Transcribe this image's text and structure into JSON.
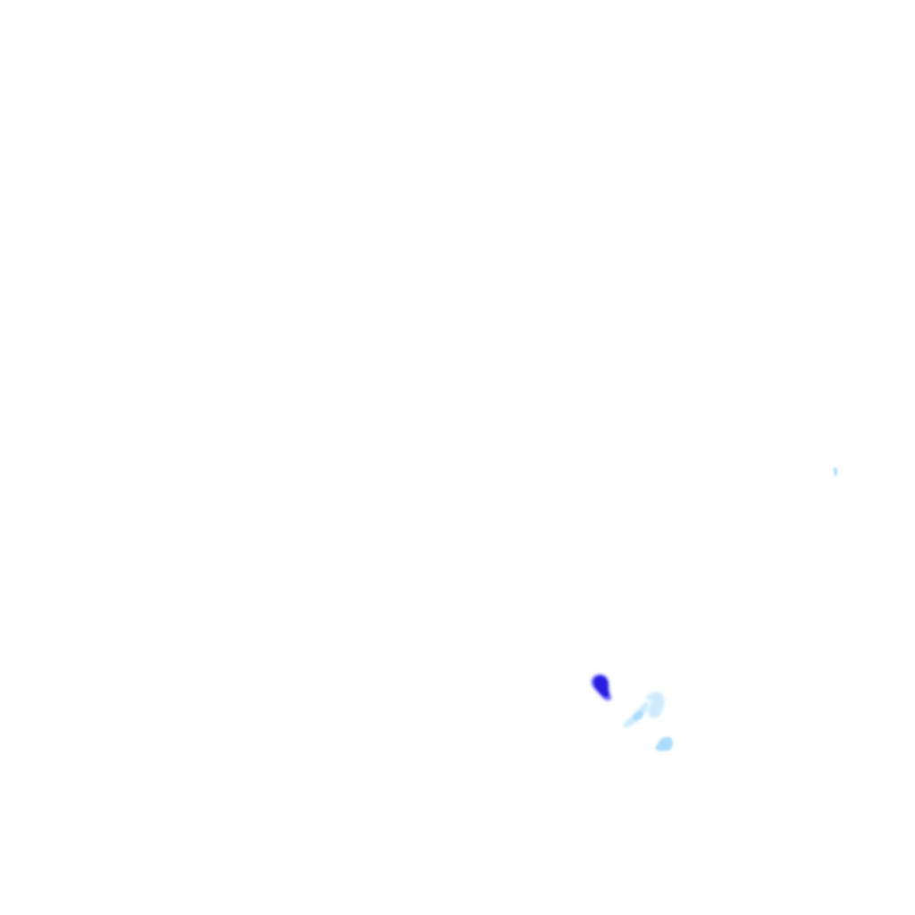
{
  "map": {
    "type": "precipitation-radar-overlay",
    "background_color": "#ffffff",
    "legend_colors": {
      "heavy": "#2a1fe0",
      "moderate": "#4f4cf0",
      "light": "#8fd0fb",
      "very_light": "#c6e8fd"
    },
    "cells": [
      {
        "intensity": "heavy"
      },
      {
        "intensity": "light"
      },
      {
        "intensity": "light"
      },
      {
        "intensity": "light"
      },
      {
        "intensity": "light"
      }
    ]
  }
}
